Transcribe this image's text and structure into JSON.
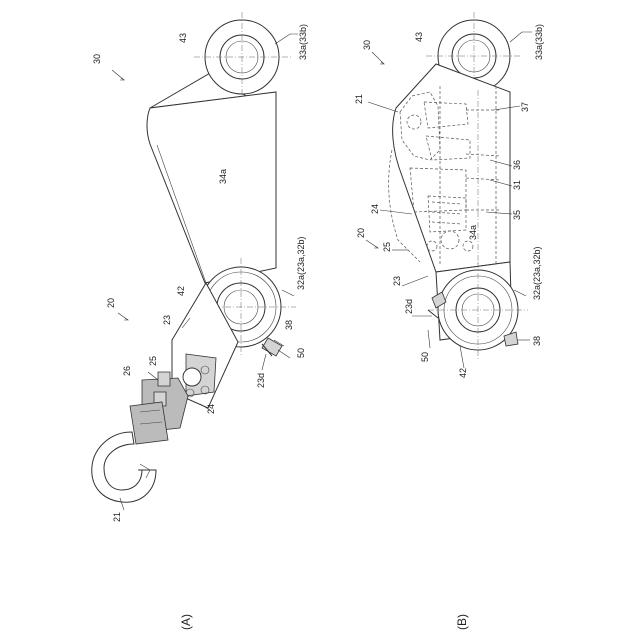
{
  "figure_a": {
    "panel_label": "(A)",
    "labels": {
      "l30": "30",
      "l43": "43",
      "l33": "33a(33b)",
      "l34a": "34a",
      "l20": "20",
      "l42": "42",
      "l32": "32a(23a,32b)",
      "l23": "23",
      "l38": "38",
      "l50": "50",
      "l23d": "23d",
      "l25": "25",
      "l26": "26",
      "l24": "24",
      "l21": "21"
    }
  },
  "figure_b": {
    "panel_label": "(B)",
    "labels": {
      "l30": "30",
      "l43": "43",
      "l33": "33a(33b)",
      "l21": "21",
      "l37": "37",
      "l36": "36",
      "l31": "31",
      "l24": "24",
      "l35": "35",
      "l20": "20",
      "l25": "25",
      "l34a": "34a",
      "l23": "23",
      "l32": "32a(23a,32b)",
      "l23d": "23d",
      "l38": "38",
      "l50": "50",
      "l42": "42"
    }
  }
}
